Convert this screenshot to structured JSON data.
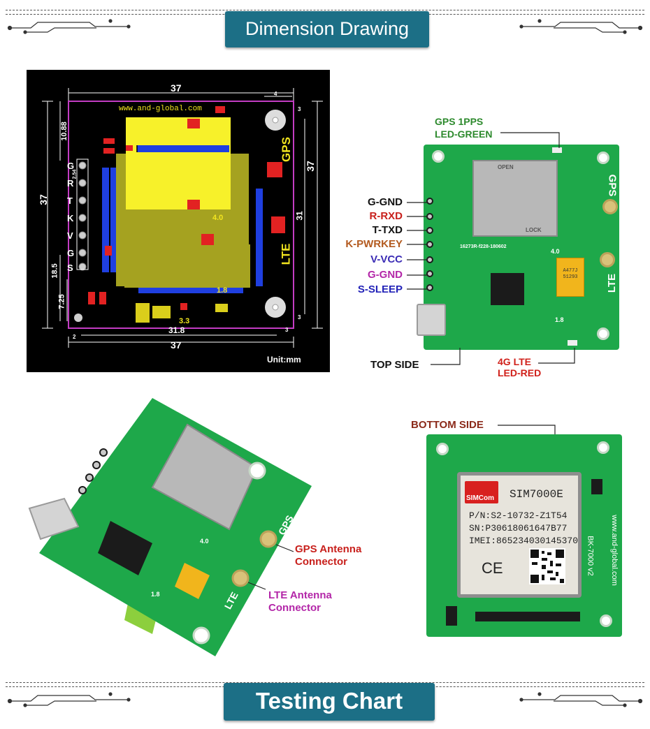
{
  "header": {
    "title": "Dimension Drawing"
  },
  "footer": {
    "title": "Testing Chart"
  },
  "dimension_drawing": {
    "width_top": "37",
    "width_bottom": "37",
    "inner_width": "31.8",
    "height_right": "37",
    "inner_height": "31",
    "height_left": "37",
    "top_offset": "10.88",
    "left_offset": "18.5",
    "bottom_offset": "7.25",
    "pitch": "2.54",
    "hole_dim": "4",
    "small_dims": [
      "3",
      "3",
      "2",
      "3"
    ],
    "site_text": "www.and-global.com",
    "gps_label": "GPS",
    "lte_label": "LTE",
    "v40": "4.0",
    "v18": "1.8",
    "v33": "3.3",
    "unit": "Unit:mm",
    "pins": [
      "G",
      "R",
      "T",
      "K",
      "V",
      "G",
      "S"
    ]
  },
  "top_side": {
    "gps_led": [
      "GPS 1PPS",
      "LED-GREEN"
    ],
    "pins": [
      {
        "label": "G-GND",
        "color": "#111111"
      },
      {
        "label": "R-RXD",
        "color": "#c8201c"
      },
      {
        "label": "T-TXD",
        "color": "#111111"
      },
      {
        "label": "K-PWRKEY",
        "color": "#b35a1f"
      },
      {
        "label": "V-VCC",
        "color": "#3b2cb5"
      },
      {
        "label": "G-GND",
        "color": "#b326a8"
      },
      {
        "label": "S-SLEEP",
        "color": "#2323b8"
      }
    ],
    "top_side_label": "TOP SIDE",
    "lte_led": [
      "4G LTE",
      "LED-RED"
    ],
    "board_text": {
      "gps": "GPS",
      "lte": "LTE",
      "part": "16273R-f228-180602",
      "open": "OPEN",
      "lock": "LOCK",
      "v40": "4.0",
      "v18": "1.8",
      "tant": [
        "A477J",
        "51293"
      ]
    },
    "pin_letters": [
      "G",
      "R",
      "T",
      "K",
      "V",
      "G",
      "S"
    ]
  },
  "angled_view": {
    "gps_antenna": [
      "GPS Antenna",
      "Connector"
    ],
    "lte_antenna": [
      "LTE Antenna",
      "Connector"
    ],
    "board_text": {
      "gps": "GPS",
      "lte": "LTE",
      "v40": "4.0",
      "v18": "1.8"
    }
  },
  "bottom_side": {
    "label": "BOTTOM SIDE",
    "module": {
      "brand": "SIMCom",
      "model": "SIM7000E",
      "pn": "P/N:S2-10732-Z1T54",
      "sn": "SN:P30618061647B77",
      "imei": "IMEI:865234030145370",
      "ce": "CE"
    },
    "board_text": [
      "www.and-global.com",
      "BK-7000 v2"
    ]
  },
  "colors": {
    "banner": "#1c6f86",
    "board": "#1ea84a",
    "gps_led_label": "#2d8a2d",
    "lte_led_label": "#d0201a",
    "gps_antenna_label": "#c8201c",
    "lte_antenna_label": "#b326a8",
    "bottom_side_label": "#8b2a1a"
  }
}
